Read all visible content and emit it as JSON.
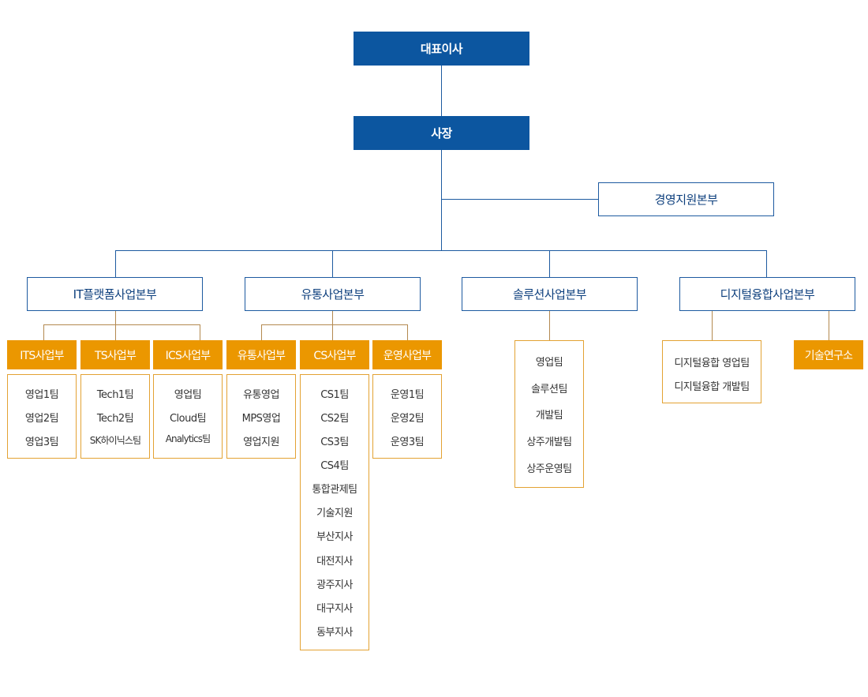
{
  "ceo": "대표이사",
  "president": "사장",
  "support_division": "경영지원본부",
  "divisions": [
    {
      "name": "IT플랫폼사업본부",
      "departments": [
        {
          "name": "ITS사업부",
          "teams": [
            "영업1팀",
            "영업2팀",
            "영업3팀"
          ]
        },
        {
          "name": "TS사업부",
          "teams": [
            "Tech1팀",
            "Tech2팀",
            "SK하이닉스팀"
          ]
        },
        {
          "name": "ICS사업부",
          "teams": [
            "영업팀",
            "Cloud팀",
            "Analytics팀"
          ]
        }
      ]
    },
    {
      "name": "유통사업본부",
      "departments": [
        {
          "name": "유통사업부",
          "teams": [
            "유통영업",
            "MPS영업",
            "영업지원"
          ]
        },
        {
          "name": "CS사업부",
          "teams": [
            "CS1팀",
            "CS2팀",
            "CS3팀",
            "CS4팀",
            "통합관제팀",
            "기술지원",
            "부산지사",
            "대전지사",
            "광주지사",
            "대구지사",
            "동부지사"
          ]
        },
        {
          "name": "운영사업부",
          "teams": [
            "운영1팀",
            "운영2팀",
            "운영3팀"
          ]
        }
      ]
    },
    {
      "name": "솔루션사업본부",
      "teams": [
        "영업팀",
        "솔루션팀",
        "개발팀",
        "상주개발팀",
        "상주운영팀"
      ]
    },
    {
      "name": "디지털융합사업본부",
      "teams": [
        "디지털융합 영업팀",
        "디지털융합 개발팀"
      ],
      "lab": "기술연구소"
    }
  ],
  "colors": {
    "primary_blue": "#0c56a0",
    "line_blue": "#1d5aa0",
    "department_orange": "#eb9700",
    "list_border": "#e3a233",
    "connector_brown": "#b3894f"
  }
}
